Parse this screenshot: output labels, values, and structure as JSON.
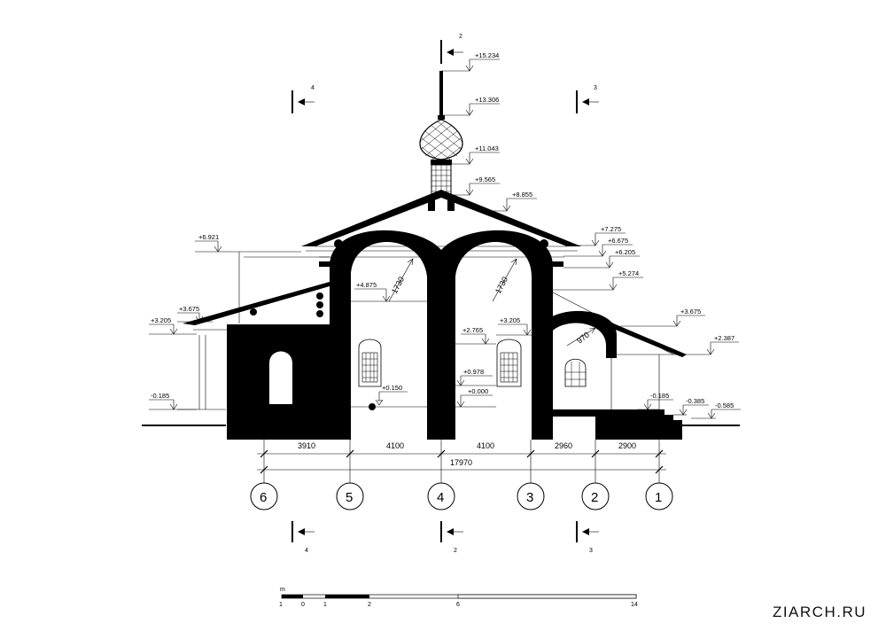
{
  "levels": [
    {
      "id": "l15234",
      "text": "+15.234"
    },
    {
      "id": "l13306",
      "text": "+13.306"
    },
    {
      "id": "l11043",
      "text": "+11.043"
    },
    {
      "id": "l9565",
      "text": "+9.565"
    },
    {
      "id": "l8855",
      "text": "+8.855"
    },
    {
      "id": "l7275",
      "text": "+7.275"
    },
    {
      "id": "l6675",
      "text": "+6.675"
    },
    {
      "id": "l6205",
      "text": "+6.205"
    },
    {
      "id": "l5274",
      "text": "+5.274"
    },
    {
      "id": "l6921",
      "text": "+6.921"
    },
    {
      "id": "l4875",
      "text": "+4.875"
    },
    {
      "id": "l3675a",
      "text": "+3.675"
    },
    {
      "id": "l3205a",
      "text": "+3.205"
    },
    {
      "id": "l3205b",
      "text": "+3.205"
    },
    {
      "id": "l2765",
      "text": "+2.765"
    },
    {
      "id": "l3675b",
      "text": "+3.675"
    },
    {
      "id": "l2387",
      "text": "+2.387"
    },
    {
      "id": "l0978",
      "text": "+0.978"
    },
    {
      "id": "l0150",
      "text": "+0.150"
    },
    {
      "id": "l0000",
      "text": "+0.000"
    },
    {
      "id": "lm0185a",
      "text": "-0.185"
    },
    {
      "id": "lm0185b",
      "text": "-0.185"
    },
    {
      "id": "lm0385",
      "text": "-0.385"
    },
    {
      "id": "lm0585",
      "text": "-0.585"
    }
  ],
  "arch_dims": [
    "1730",
    "1730",
    "970"
  ],
  "spans": [
    "3910",
    "4100",
    "4100",
    "2960",
    "2900"
  ],
  "total_span": "17970",
  "axes": [
    "6",
    "5",
    "4",
    "3",
    "2",
    "1"
  ],
  "section_marks": {
    "top": [
      "4",
      "2",
      "3"
    ],
    "bottom": [
      "4",
      "2",
      "3"
    ]
  },
  "scale_bar": {
    "unit": "m",
    "labels": [
      "1",
      "0",
      "1",
      "2",
      "6",
      "14"
    ]
  },
  "watermark": "ZIARCH.RU"
}
